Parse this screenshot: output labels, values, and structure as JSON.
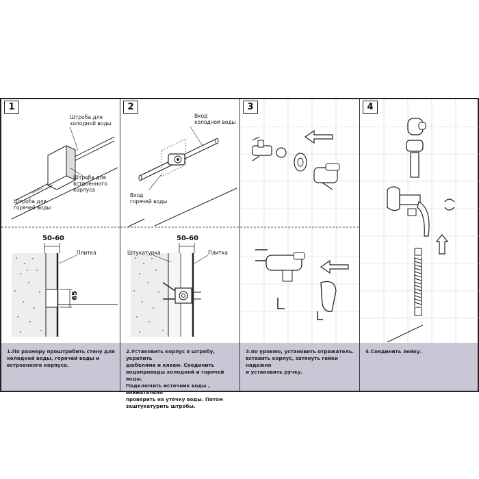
{
  "steps": [
    {
      "number": "1",
      "labels": {
        "cold_channel": "Штроба для\nхолодной воды",
        "body_channel": "Штроба для\nвстроенного\nкорпуса",
        "hot_channel": "Штроба для\nгорячей воды",
        "width_dim": "50-60",
        "height_dim": "65",
        "tile": "Плитка"
      },
      "description": "1.По размеру проштробить стену для\nхолодной воды, горячей воды и\nвстроенного корпуса."
    },
    {
      "number": "2",
      "labels": {
        "cold_inlet": "Вход\nхолодной воды",
        "hot_inlet": "Вход\nгорячей воды",
        "plaster": "Штукатурка",
        "width_dim": "50-60",
        "tile": "Плитка"
      },
      "description": "2.Установить корпус в  штробу, укрепить\nдюбелями и клеем. Соединить\nводопроводы холодной и горячей воды.\nПодключить источник воды , внимательно\nпроверить на утечку воды. Потом\nзаштукатурить штробы."
    },
    {
      "number": "3",
      "description": "3.по уровню, установить отражатель.\nвставить корпус,  затянуть гайки надежно\nи установить ручку."
    },
    {
      "number": "4",
      "description": "4.Соединить лейку."
    }
  ]
}
